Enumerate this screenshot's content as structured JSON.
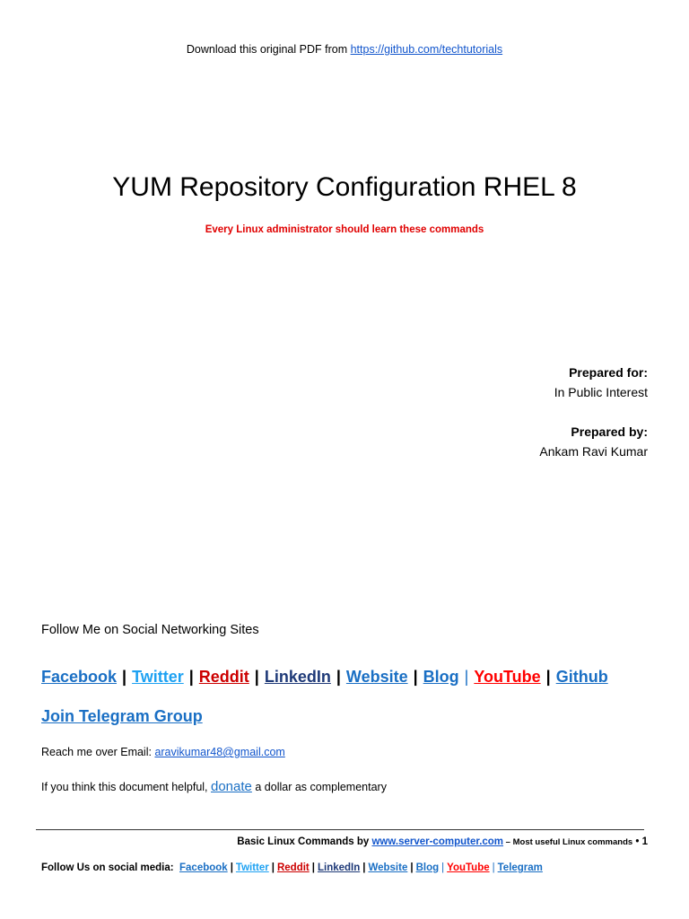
{
  "header": {
    "download_text": "Download this original PDF from ",
    "download_link": "https://github.com/techtutorials"
  },
  "title": "YUM Repository Configuration RHEL 8",
  "subtitle": "Every Linux administrator should learn these commands",
  "prepared": {
    "for_label": "Prepared for:",
    "for_value": "In Public Interest",
    "by_label": "Prepared by:",
    "by_value": "Ankam Ravi Kumar"
  },
  "social": {
    "heading": "Follow Me on Social Networking Sites",
    "links": {
      "facebook": "Facebook",
      "twitter": "Twitter",
      "reddit": "Reddit",
      "linkedin": "LinkedIn",
      "website": "Website",
      "blog": "Blog",
      "youtube": "YouTube",
      "github": "Github"
    },
    "separator": "|",
    "telegram": "Join Telegram Group"
  },
  "contact": {
    "email_prefix": "Reach me over Email: ",
    "email": "aravikumar48@gmail.com",
    "donate_prefix": "If you think this document helpful, ",
    "donate_link": "donate",
    "donate_suffix": " a dollar as complementary"
  },
  "footer": {
    "line1_prefix": "Basic Linux Commands by ",
    "line1_link": "www.server-computer.com",
    "line1_suffix": " – Most useful Linux commands",
    "bullet": "•",
    "page_number": "1",
    "line2_prefix": "Follow Us on social media:",
    "links": {
      "facebook": "Facebook",
      "twitter": "Twitter",
      "reddit": "Reddit",
      "linkedin": "LinkedIn",
      "website": "Website",
      "blog": "Blog",
      "youtube": "YouTube",
      "telegram": "Telegram"
    }
  },
  "colors": {
    "link_blue": "#1155cc",
    "subtitle_red": "#e00000",
    "facebook": "#1a6fc4",
    "twitter": "#1da1f2",
    "reddit": "#cc0000",
    "linkedin": "#1f3a78",
    "youtube": "#ff0000"
  }
}
